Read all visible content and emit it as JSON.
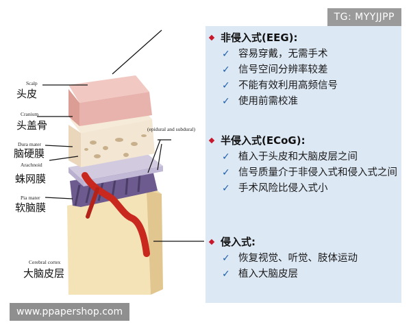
{
  "watermarks": {
    "top": "TG: MYYJJPP",
    "bottom": "www.ppapershop.com"
  },
  "diagram": {
    "labels": {
      "scalp_en": "Scalp",
      "scalp_zh": "头皮",
      "cranium_en": "Cranium",
      "cranium_zh": "头盖骨",
      "dura_en": "Dura mater",
      "dura_zh": "脑硬膜",
      "arachnoid_en": "Arachnoid",
      "arachnoid_zh": "蛛网膜",
      "pia_en": "Pia mater",
      "pia_zh": "软脑膜",
      "cortex_en": "Cerebral cortex",
      "cortex_zh": "大脑皮层",
      "epidural": "(epidural and subdural)"
    },
    "colors": {
      "scalp": "#e9b3ad",
      "skull": "#f3e6d2",
      "dura": "#d2cbe0",
      "arachnoid": "#6d5a8f",
      "cortex": "#f5e3b8",
      "vessel": "#c8281e",
      "pointer": "#111111"
    }
  },
  "sections": [
    {
      "title": "非侵入式(EEG):",
      "items": [
        "容易穿戴，无需手术",
        "信号空间分辨率较差",
        "不能有效利用高频信号",
        "使用前需校准"
      ]
    },
    {
      "title": "半侵入式(ECoG):",
      "items": [
        "植入于头皮和大脑皮层之间",
        "信号质量介于非侵入式和侵入式之间",
        "手术风险比侵入式小"
      ]
    },
    {
      "title": "侵入式:",
      "items": [
        "恢复视觉、听觉、肢体运动",
        "植入大脑皮层"
      ]
    }
  ],
  "icons": {
    "bullet": "diamond-icon",
    "item": "check-icon",
    "check_glyph": "✓"
  }
}
